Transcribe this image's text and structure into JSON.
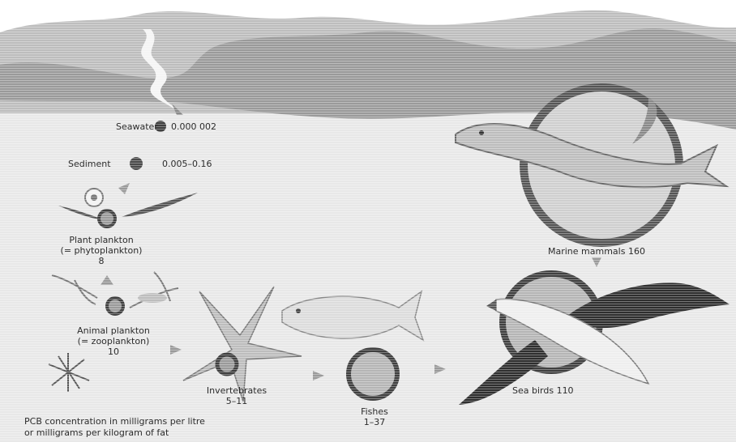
{
  "labels": {
    "seawater_name": "Seawater",
    "seawater_value": "0.000 002",
    "sediment_name": "Sediment",
    "sediment_value": "0.005–0.16",
    "plant_line1": "Plant plankton",
    "plant_line2": "(= phytoplankton)",
    "plant_value": "8",
    "animal_line1": "Animal plankton",
    "animal_line2": "(= zooplankton)",
    "animal_value": "10",
    "invert_line1": "Invertebrates",
    "invert_value": "5–11",
    "fishes_line1": "Fishes",
    "fishes_value": "1–37",
    "marine_mammals": "Marine mammals 160",
    "sea_birds": "Sea birds 110"
  },
  "footnote": {
    "line1": "PCB concentration in milligrams per litre",
    "line2": "or milligrams per kilogram of fat"
  },
  "colors": {
    "background": "#ffffff",
    "water": "#e9e9e9",
    "hills": "#9a9a9a",
    "hills_light": "#bdbdbd",
    "ring": "#555555",
    "dot": "#3f3f3f",
    "creature_light": "#d9d9d9",
    "creature_dark": "#4a4a4a"
  }
}
